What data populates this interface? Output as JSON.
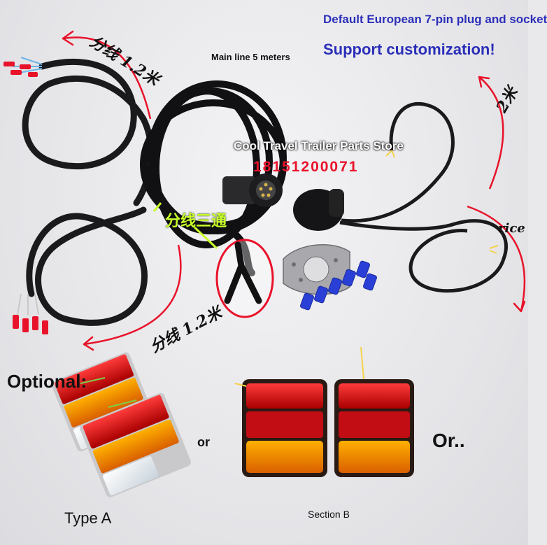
{
  "notes": {
    "default_plug": "Default European 7-pin plug and socket",
    "custom": "Support customization!"
  },
  "labels": {
    "main_line": "Main line 5 meters",
    "branch_top": "分线 1.2米",
    "branch_bottom": "分线 1.2米",
    "right_top": "2米",
    "right_mid": "rice",
    "tee": "分线三通"
  },
  "watermark": {
    "store": "Cool Travel Trailer Parts Store",
    "phone": "18151200071"
  },
  "options": {
    "optional": "Optional:",
    "or1": "or",
    "or2": "Or..",
    "type_a": "Type A",
    "section_b": "Section B"
  },
  "colors": {
    "accent_red": "#e8132a",
    "note_blue": "#2b2fb8",
    "cable": "#1a1a1c",
    "tee_green": "#c8ff2a"
  }
}
